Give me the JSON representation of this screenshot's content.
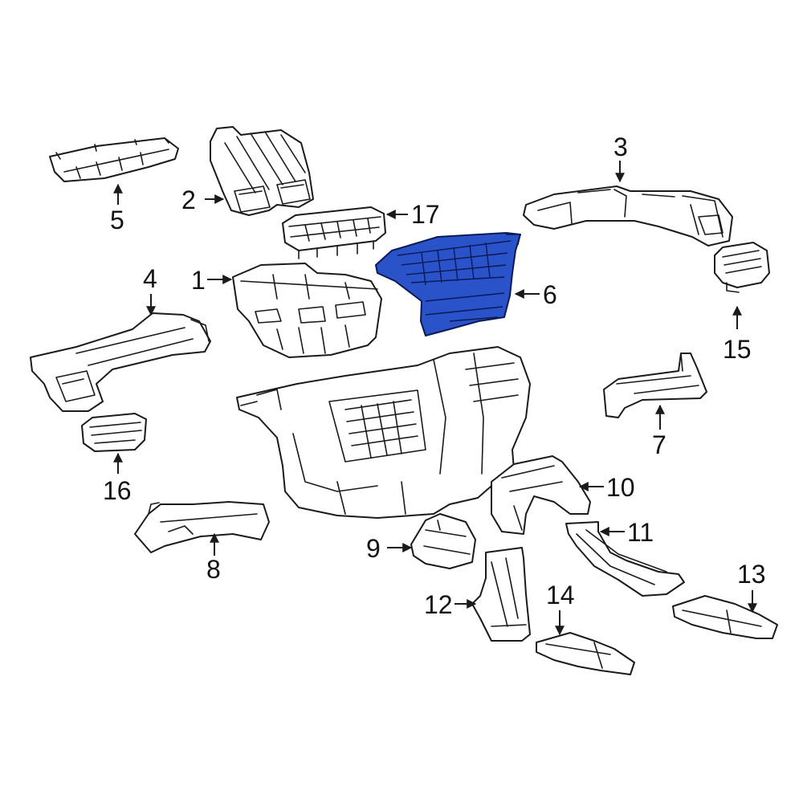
{
  "callouts": [
    {
      "id": "1",
      "text": "1"
    },
    {
      "id": "2",
      "text": "2"
    },
    {
      "id": "3",
      "text": "3"
    },
    {
      "id": "4",
      "text": "4"
    },
    {
      "id": "5",
      "text": "5"
    },
    {
      "id": "6",
      "text": "6"
    },
    {
      "id": "7",
      "text": "7"
    },
    {
      "id": "8",
      "text": "8"
    },
    {
      "id": "9",
      "text": "9"
    },
    {
      "id": "10",
      "text": "10"
    },
    {
      "id": "11",
      "text": "11"
    },
    {
      "id": "12",
      "text": "12"
    },
    {
      "id": "13",
      "text": "13"
    },
    {
      "id": "14",
      "text": "14"
    },
    {
      "id": "15",
      "text": "15"
    },
    {
      "id": "16",
      "text": "16"
    },
    {
      "id": "17",
      "text": "17"
    }
  ],
  "highlighted_part": "6",
  "colors": {
    "highlight": "#2a52c9",
    "line": "#1a1a1a",
    "background": "#ffffff"
  }
}
